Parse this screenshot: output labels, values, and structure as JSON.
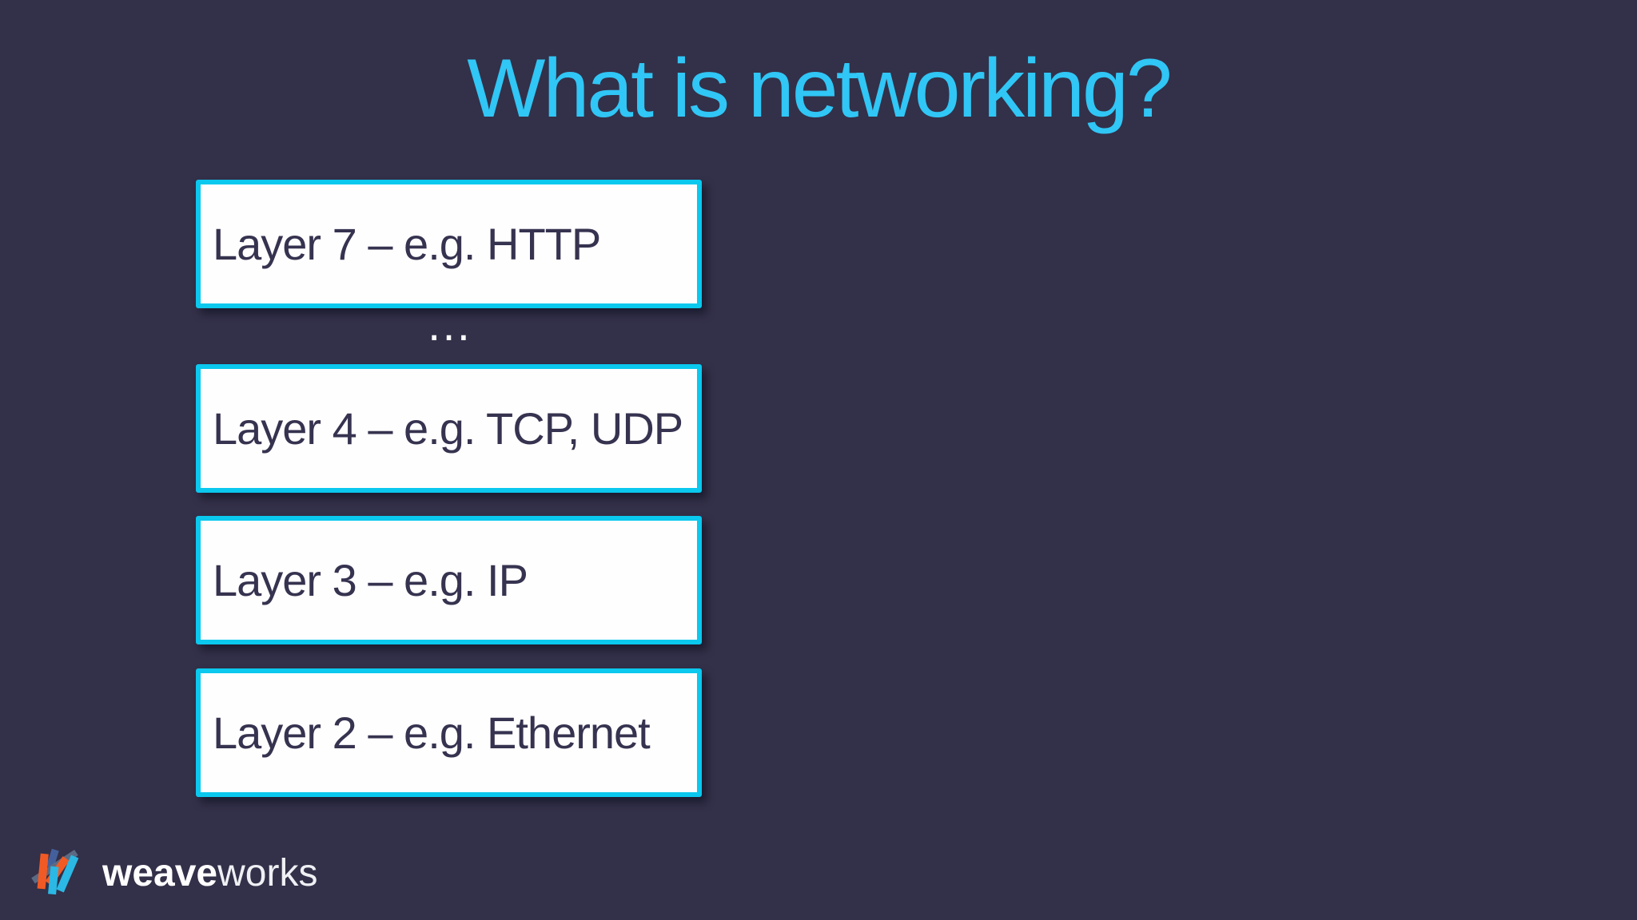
{
  "slide": {
    "title": "What is networking?",
    "ellipsis": "…",
    "layers": [
      "Layer 7 – e.g. HTTP",
      "Layer 4 – e.g. TCP, UDP",
      "Layer 3 – e.g. IP",
      "Layer 2 – e.g. Ethernet"
    ],
    "footer": {
      "brand_bold": "weave",
      "brand_light": "works"
    },
    "colors": {
      "background": "#333049",
      "title": "#30c6f5",
      "box_border": "#0ac8ee",
      "box_background": "#fefefe",
      "box_text": "#363350",
      "ellipsis_color": "#ffffff",
      "brand_text": "#ffffff",
      "logo_orange": "#f15a24",
      "logo_cyan": "#2bb8e4",
      "logo_slate": "#5c6a84",
      "logo_blue": "#44609c"
    }
  }
}
